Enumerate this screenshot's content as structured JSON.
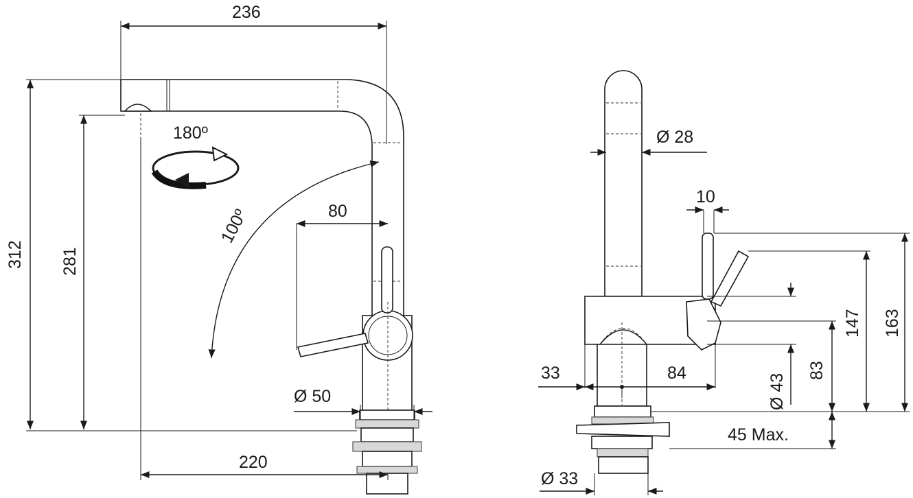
{
  "dimensions": {
    "width_top": "236",
    "height_total": "312",
    "height_spout": "281",
    "lever_offset": "80",
    "rotation": "180º",
    "lever_angle": "100º",
    "base_diameter": "Ø 50",
    "spout_reach": "220",
    "spout_diameter": "Ø 28",
    "lever_width": "10",
    "body_left": "33",
    "body_right": "84",
    "body_diameter": "Ø 43",
    "lever_height_83": "83",
    "lever_height_147": "147",
    "total_height_163": "163",
    "max_thickness": "45 Max.",
    "mount_diameter": "Ø 33"
  }
}
